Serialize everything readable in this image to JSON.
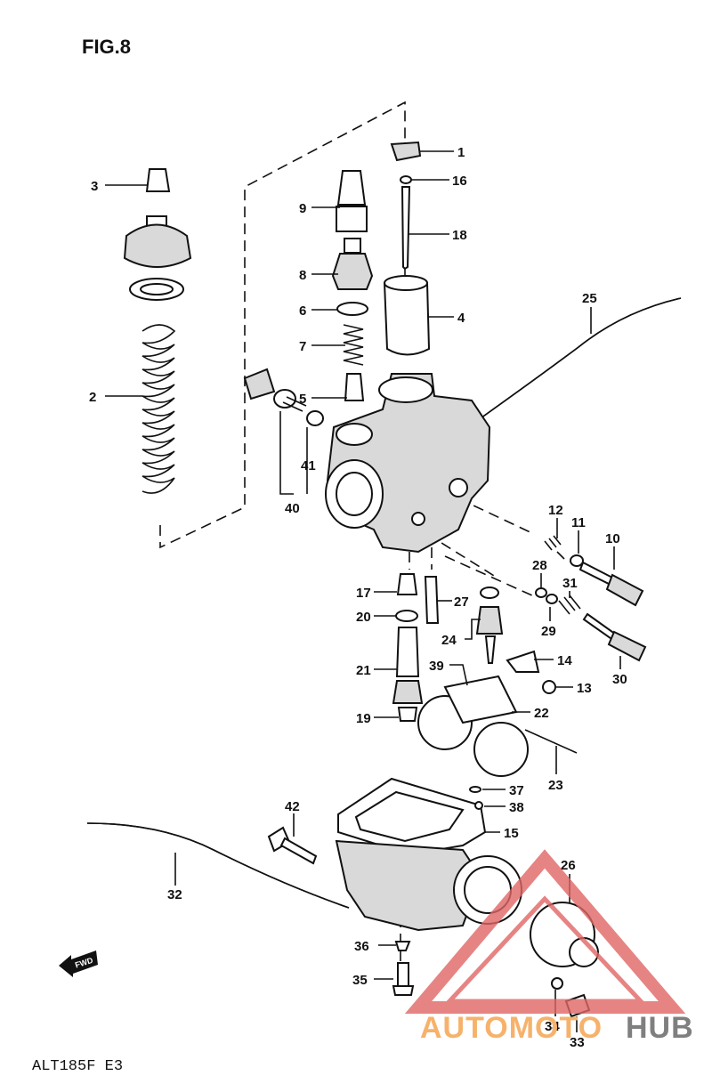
{
  "figure": {
    "title": "FIG.8",
    "model_code": "ALT185F E3"
  },
  "direction": {
    "label": "FWD"
  },
  "watermark": {
    "text_main": "AUTOMOTO",
    "text_tail": "HUB",
    "main_color": "#f6b26b",
    "tail_color": "#7f7f7f",
    "triangle_color": "#e06666"
  },
  "callouts": [
    "1",
    "2",
    "3",
    "4",
    "5",
    "6",
    "7",
    "8",
    "9",
    "10",
    "11",
    "12",
    "13",
    "14",
    "15",
    "16",
    "17",
    "18",
    "19",
    "20",
    "21",
    "22",
    "23",
    "24",
    "25",
    "26",
    "27",
    "28",
    "29",
    "30",
    "31",
    "32",
    "33",
    "34",
    "35",
    "36",
    "37",
    "38",
    "39",
    "40",
    "41",
    "42"
  ]
}
